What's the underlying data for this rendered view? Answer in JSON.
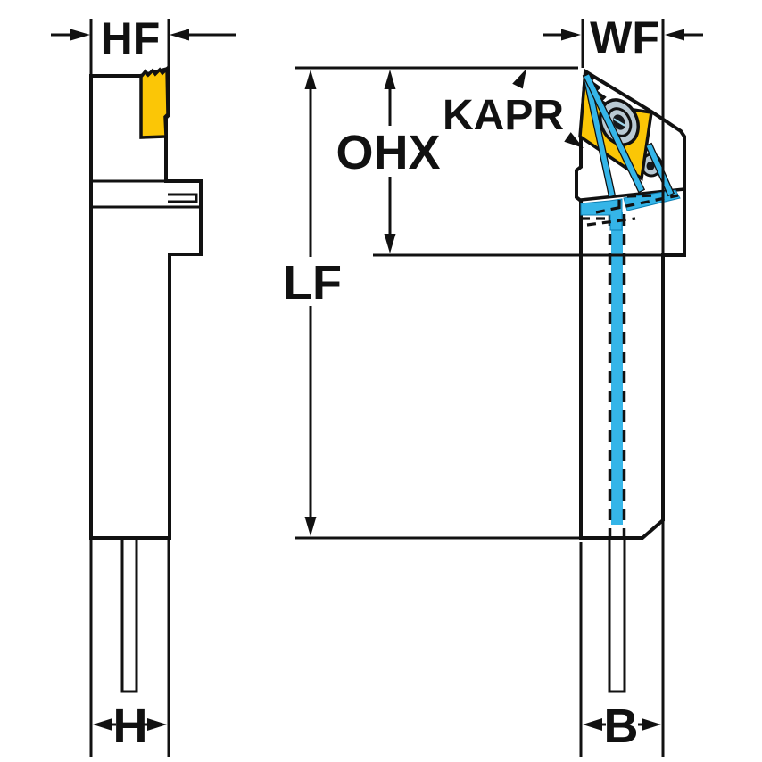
{
  "diagram": {
    "labels": {
      "hf": "HF",
      "wf": "WF",
      "kapr": "KAPR",
      "ohx": "OHX",
      "lf": "LF",
      "h": "H",
      "b": "B"
    },
    "colors": {
      "body": "#b9c9d3",
      "insert": "#fbc606",
      "coolant": "#35b5e8",
      "screw_center": "#16181c",
      "outline": "#111111",
      "background": "#ffffff"
    }
  }
}
